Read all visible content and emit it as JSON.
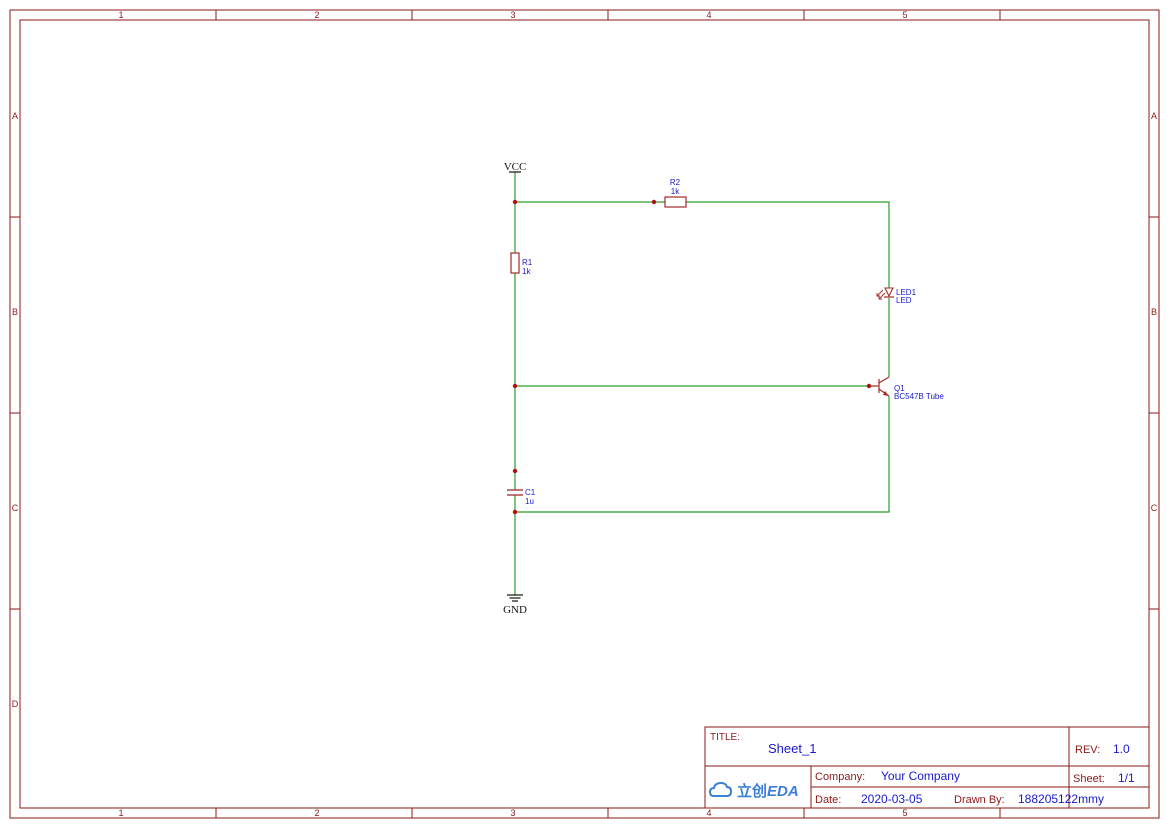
{
  "frame": {
    "column_labels": [
      "1",
      "2",
      "3",
      "4",
      "5"
    ],
    "row_labels": [
      "A",
      "B",
      "C",
      "D"
    ]
  },
  "power": {
    "vcc": "VCC",
    "gnd": "GND"
  },
  "components": {
    "r1": {
      "ref": "R1",
      "value": "1k"
    },
    "r2": {
      "ref": "R2",
      "value": "1k"
    },
    "led1": {
      "ref": "LED1",
      "value": "LED"
    },
    "q1": {
      "ref": "Q1",
      "value": "BC547B Tube"
    },
    "c1": {
      "ref": "C1",
      "value": "1u"
    }
  },
  "title_block": {
    "title_label": "TITLE:",
    "title": "Sheet_1",
    "rev_label": "REV:",
    "rev": "1.0",
    "logo_cn": "立创",
    "logo_en": "EDA",
    "company_label": "Company:",
    "company": "Your Company",
    "sheet_label": "Sheet:",
    "sheet": "1/1",
    "date_label": "Date:",
    "date": "2020-03-05",
    "drawn_by_label": "Drawn By:",
    "drawn_by": "188205122mmy"
  },
  "colors": {
    "frame": "#8b1a1a",
    "wire": "#2aa02a",
    "symbol": "#a52a2a",
    "label": "#1a1acc",
    "junction": "#b01010",
    "power": "#111111",
    "logo": "#3a7fd5"
  }
}
